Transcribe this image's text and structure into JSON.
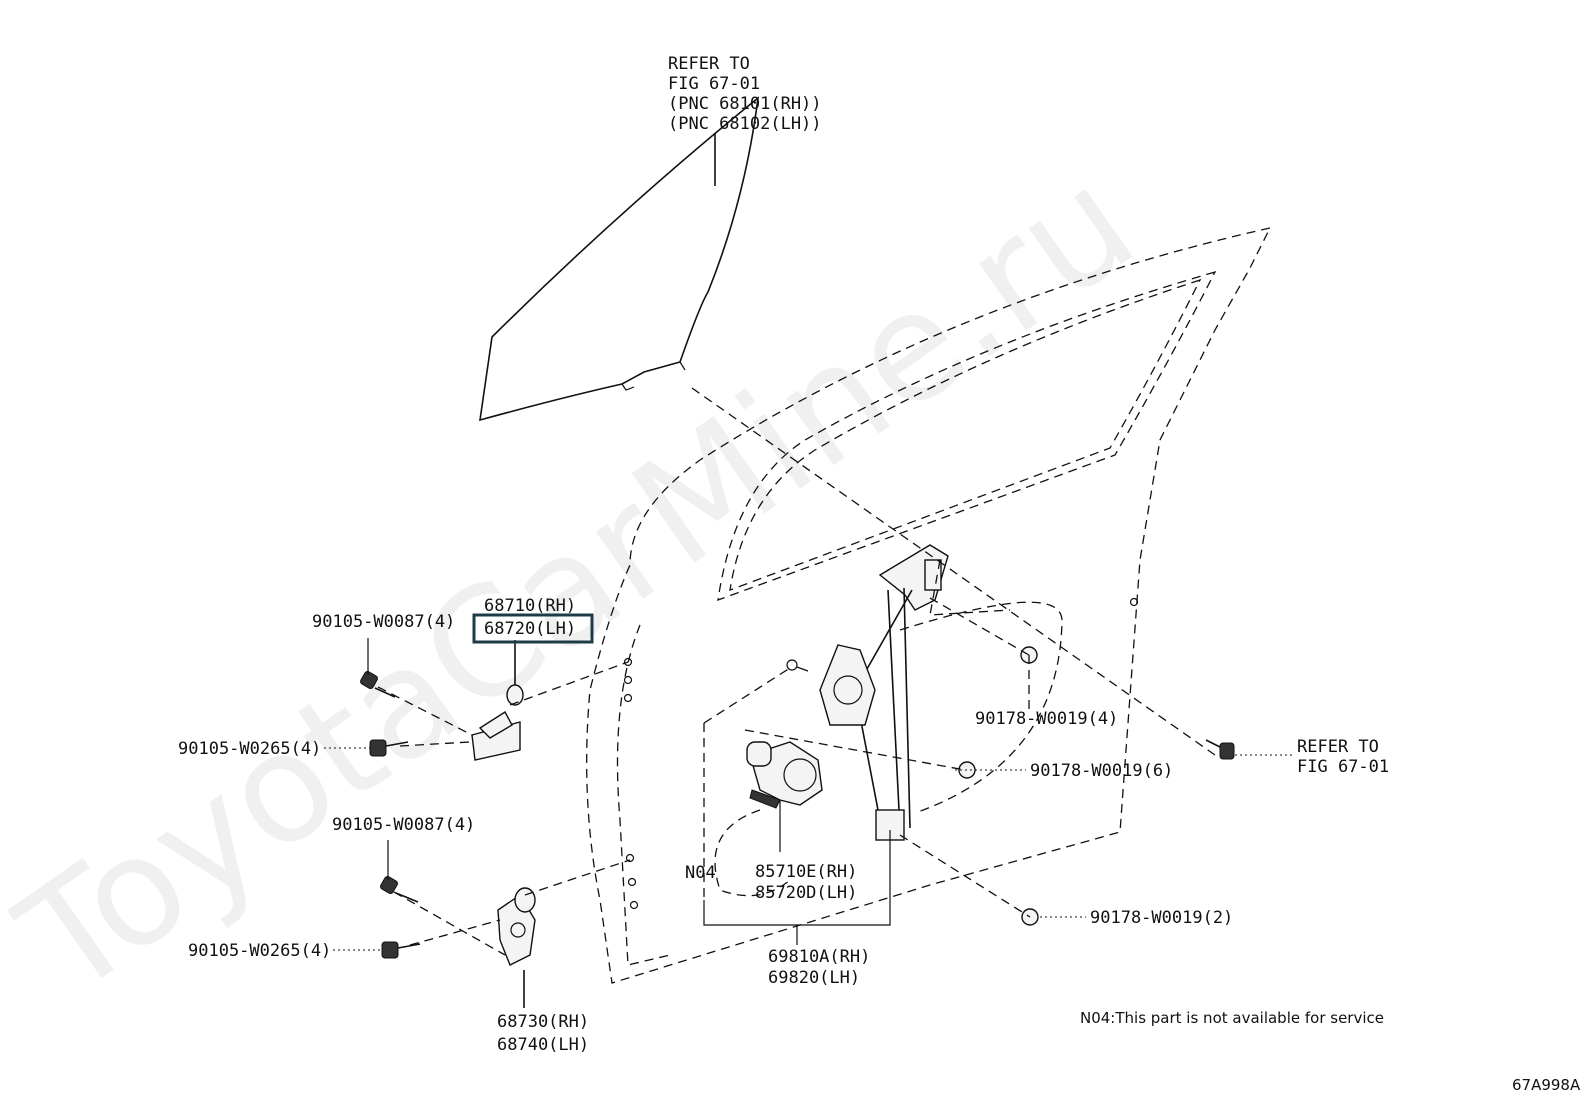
{
  "watermark": "ToyotaCarMine.ru",
  "diagram_code": "67A998A",
  "footnote": "N04:This part is not available for service",
  "labels": {
    "glass_ref": [
      "REFER TO",
      "FIG 67-01",
      "(PNC 68101(RH))",
      "(PNC 68102(LH))"
    ],
    "upper_hinge": [
      "68710(RH)",
      "68720(LH)"
    ],
    "bolt_upper_1": "90105-W0087(4)",
    "bolt_upper_2": "90105-W0265(4)",
    "bolt_lower_1": "90105-W0087(4)",
    "bolt_lower_2": "90105-W0265(4)",
    "lower_hinge": [
      "68730(RH)",
      "68740(LH)"
    ],
    "nut_upper": "90178-W0019(4)",
    "nut_middle": "90178-W0019(6)",
    "nut_lower": "90178-W0019(2)",
    "bolt_ref": [
      "REFER TO",
      "FIG 67-01"
    ],
    "motor": [
      "85710E(RH)",
      "85720D(LH)"
    ],
    "motor_note": "N04",
    "regulator": [
      "69810A(RH)",
      "69820(LH)"
    ]
  },
  "highlighted_part": "68720(LH)"
}
